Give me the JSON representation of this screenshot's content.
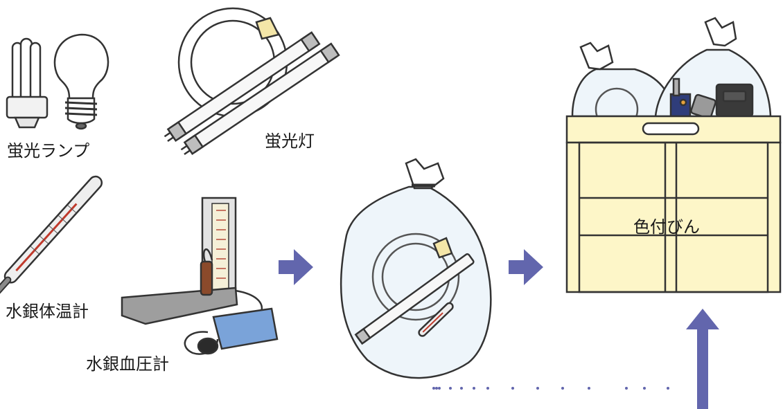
{
  "items": {
    "fluorescent_lamp_label": "蛍光ランプ",
    "fluorescent_tube_label": "蛍光灯",
    "mercury_thermometer_label": "水銀体温計",
    "mercury_sphygmomanometer_label": "水銀血圧計"
  },
  "container": {
    "label": "色付びん"
  },
  "colors": {
    "arrow": "#6266ad",
    "box_fill": "#fdf6c8",
    "dots": "#6266ad"
  }
}
